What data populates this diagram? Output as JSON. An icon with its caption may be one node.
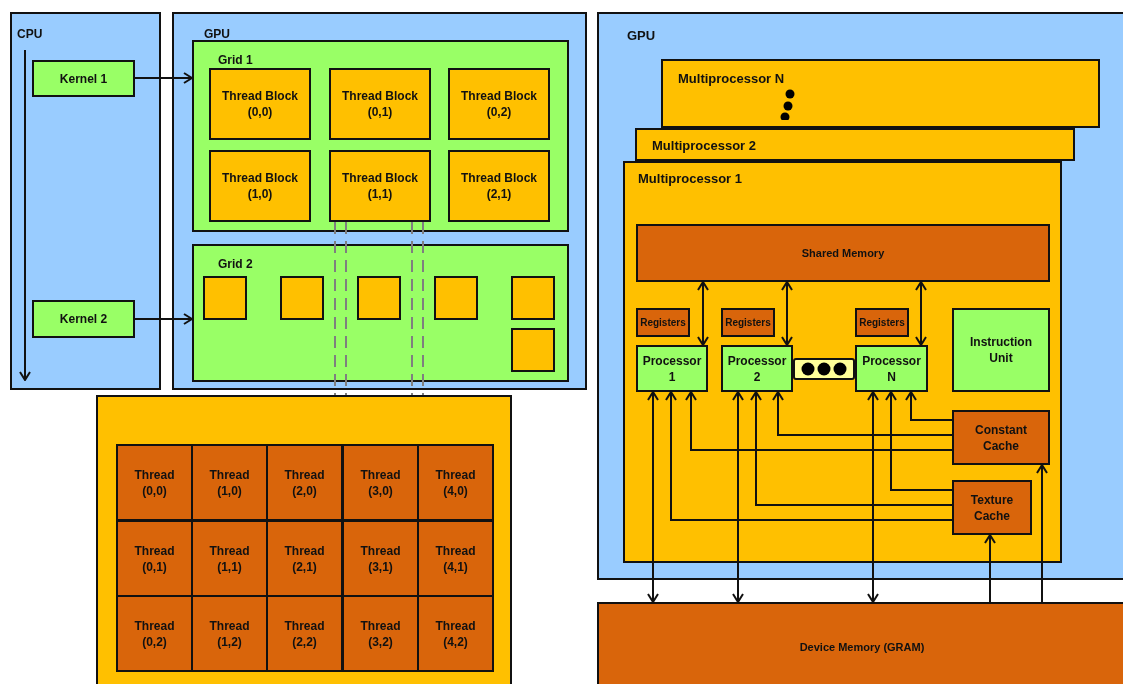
{
  "diagram": {
    "nodes": [
      {
        "text": [
          "CPU"
        ]
      },
      {
        "text": [
          "Kernel 1"
        ],
        "in": 0
      },
      {
        "text": [
          "Kernel 2"
        ],
        "in": 0
      },
      {
        "text": [
          "GPU"
        ]
      },
      {
        "text": [
          "Grid 1"
        ],
        "in": 3
      },
      {
        "text": [
          "Thread Block (0,0)"
        ],
        "in": 4
      },
      {
        "text": [
          "Thread Block (0,1)"
        ],
        "in": 4
      },
      {
        "text": [
          "Thread Block (0,2)"
        ],
        "in": 4
      },
      {
        "text": [
          "Thread Block (1,0)"
        ],
        "in": 4
      },
      {
        "text": [
          "Thread Block (1,1)"
        ],
        "in": 4
      },
      {
        "text": [
          "Thread Block (2,1)"
        ],
        "in": 4
      },
      {
        "text": [
          "Grid 2"
        ],
        "in": 3
      },
      {
        "text": [],
        "shape": "box",
        "in": 11
      },
      {
        "text": [],
        "shape": "box",
        "in": 11
      },
      {
        "text": [],
        "shape": "box",
        "in": 11
      },
      {
        "text": [],
        "shape": "box",
        "in": 11
      },
      {
        "text": [],
        "shape": "box",
        "in": 11
      },
      {
        "text": [],
        "shape": "box",
        "in": 11
      },
      {
        "text": [],
        "shape": "box"
      },
      {
        "text": [
          "Thread (0,0)"
        ],
        "in": 18
      },
      {
        "text": [
          "Thread (1,0)"
        ],
        "in": 18
      },
      {
        "text": [
          "Thread (2,0)"
        ],
        "in": 18
      },
      {
        "text": [
          "Thread (3,0)"
        ],
        "in": 18
      },
      {
        "text": [
          "Thread (4,0)"
        ],
        "in": 18
      },
      {
        "text": [
          "Thread (0,1)"
        ],
        "in": 18
      },
      {
        "text": [
          "Thread (1,1)"
        ],
        "in": 18
      },
      {
        "text": [
          "Thread (2,1)"
        ],
        "in": 18
      },
      {
        "text": [
          "Thread (3,1)"
        ],
        "in": 18
      },
      {
        "text": [
          "Thread (4,1)"
        ],
        "in": 18
      },
      {
        "text": [
          "Thread (0,2)"
        ],
        "in": 18
      },
      {
        "text": [
          "Thread (1,2)"
        ],
        "in": 18
      },
      {
        "text": [
          "Thread (2,2)"
        ],
        "in": 18
      },
      {
        "text": [
          "Thread (3,2)"
        ],
        "in": 18
      },
      {
        "text": [
          "Thread (4,2)"
        ],
        "in": 18
      },
      {
        "text": [
          "GPU"
        ]
      },
      {
        "text": [
          "Multiprocessor N"
        ],
        "in": 34
      },
      {
        "text": [
          "Multiprocessor 2"
        ],
        "in": 34
      },
      {
        "text": [
          "Multiprocessor 1"
        ],
        "in": 34
      },
      {
        "text": [
          "Shared Memory"
        ],
        "in": 37
      },
      {
        "text": [
          "Registers"
        ],
        "in": 37
      },
      {
        "text": [
          "Registers"
        ],
        "in": 37
      },
      {
        "text": [
          "Registers"
        ],
        "in": 37
      },
      {
        "text": [
          "Processor 1"
        ],
        "in": 37
      },
      {
        "text": [
          "Processor 2"
        ],
        "in": 37
      },
      {
        "text": [
          "Processor N"
        ],
        "in": 37
      },
      {
        "text": [
          "Instruction Unit"
        ],
        "in": 37
      },
      {
        "text": [],
        "shape": "bar",
        "in": 37
      },
      {
        "text": [
          "Constant Cache"
        ],
        "in": 37
      },
      {
        "text": [
          "Texture Cache"
        ],
        "in": 37
      },
      {
        "text": [
          "Device Memory (GRAM)"
        ]
      }
    ],
    "edges": [
      {
        "from": 1,
        "to": 4,
        "arrow": "to"
      },
      {
        "from": 2,
        "to": 11,
        "arrow": "to"
      },
      {
        "from": 9,
        "to": 18,
        "arrow": "none",
        "style": "dashed",
        "color": "#7f7f7f"
      },
      {
        "from": 9,
        "to": 18,
        "arrow": "none",
        "style": "dashed",
        "color": "#7f7f7f"
      },
      {
        "from": 9,
        "to": 18,
        "arrow": "none",
        "style": "dashed",
        "color": "#7f7f7f"
      },
      {
        "from": 9,
        "to": 18,
        "arrow": "none",
        "style": "dashed",
        "color": "#7f7f7f"
      },
      {
        "from": 38,
        "to": 42,
        "arrow": "both"
      },
      {
        "from": 38,
        "to": 43,
        "arrow": "both"
      },
      {
        "from": 38,
        "to": 44,
        "arrow": "both"
      },
      {
        "from": 42,
        "to": 49,
        "arrow": "both"
      },
      {
        "from": 48,
        "to": 42,
        "arrow": "to"
      },
      {
        "from": 47,
        "to": 42,
        "arrow": "to"
      },
      {
        "from": 43,
        "to": 49,
        "arrow": "both"
      },
      {
        "from": 48,
        "to": 43,
        "arrow": "to"
      },
      {
        "from": 47,
        "to": 43,
        "arrow": "to"
      },
      {
        "from": 44,
        "to": 49,
        "arrow": "both"
      },
      {
        "from": 48,
        "to": 44,
        "arrow": "to"
      },
      {
        "from": 47,
        "to": 44,
        "arrow": "to"
      },
      {
        "from": 49,
        "to": 47,
        "arrow": "to"
      },
      {
        "from": 49,
        "to": 48,
        "arrow": "to"
      }
    ]
  }
}
